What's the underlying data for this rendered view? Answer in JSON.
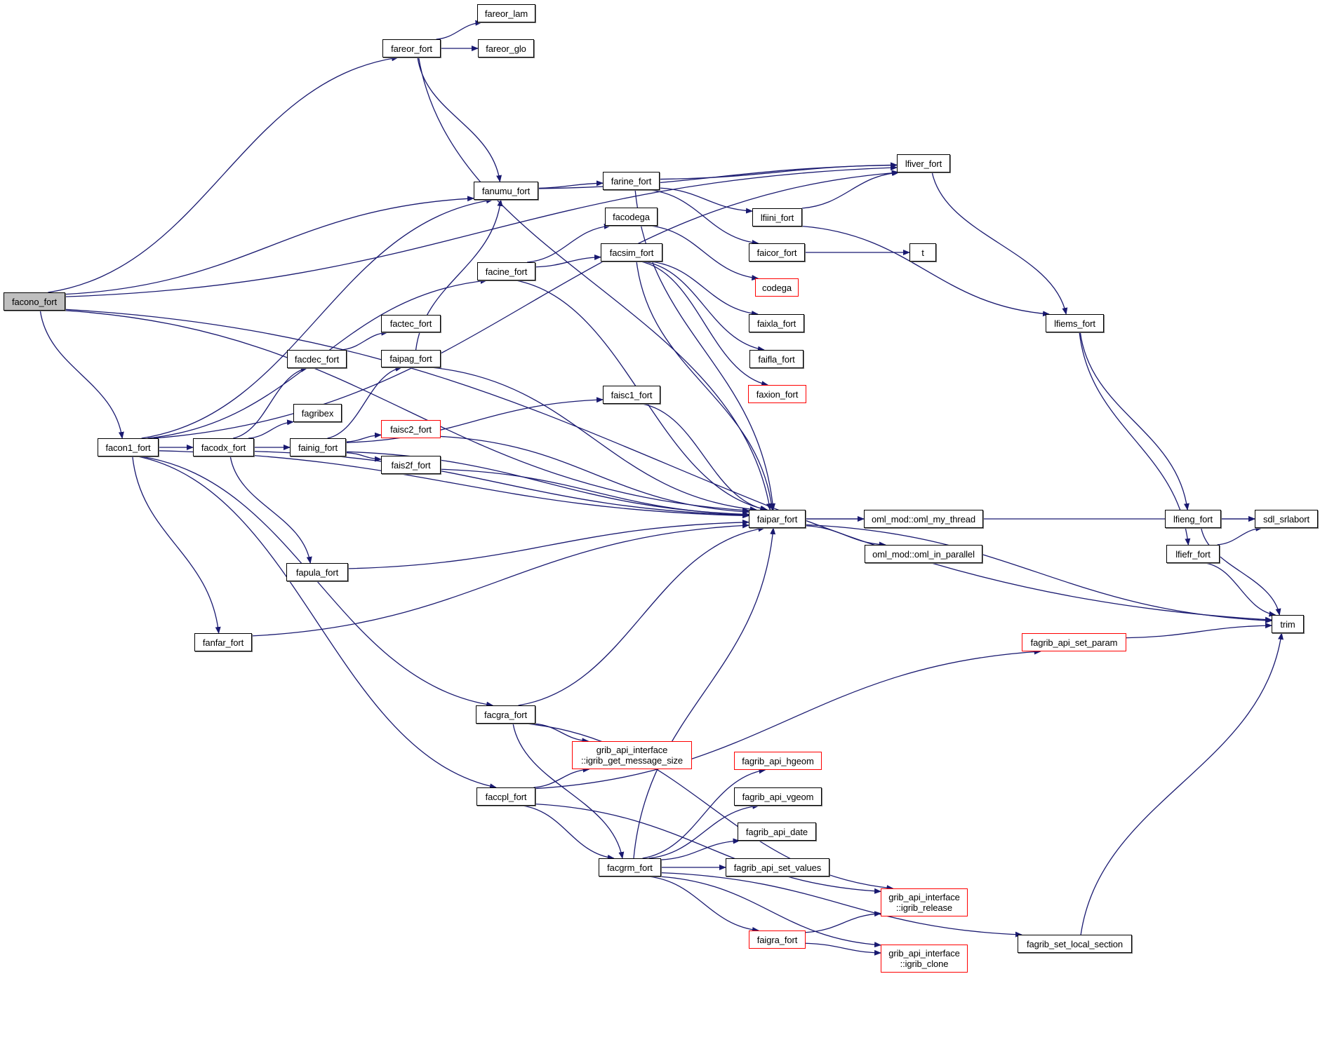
{
  "diagram": {
    "type": "call-graph",
    "colors": {
      "edge": "#191970",
      "node_border": "#000000",
      "truncated_border": "#ff0000",
      "root_fill": "#bfbfbf",
      "node_fill": "#ffffff"
    },
    "root": "facono_fort",
    "nodes": [
      {
        "id": "facono_fort",
        "label": "facono_fort",
        "style": "root"
      },
      {
        "id": "fareor_fort",
        "label": "fareor_fort"
      },
      {
        "id": "fareor_lam",
        "label": "fareor_lam"
      },
      {
        "id": "fareor_glo",
        "label": "fareor_glo"
      },
      {
        "id": "fanumu_fort",
        "label": "fanumu_fort"
      },
      {
        "id": "farine_fort",
        "label": "farine_fort"
      },
      {
        "id": "lfiver_fort",
        "label": "lfiver_fort"
      },
      {
        "id": "lfiini_fort",
        "label": "lfiini_fort"
      },
      {
        "id": "facodega",
        "label": "facodega"
      },
      {
        "id": "faicor_fort",
        "label": "faicor_fort"
      },
      {
        "id": "t",
        "label": "t"
      },
      {
        "id": "facsim_fort",
        "label": "facsim_fort"
      },
      {
        "id": "facine_fort",
        "label": "facine_fort"
      },
      {
        "id": "codega",
        "label": "codega",
        "style": "truncated"
      },
      {
        "id": "lfiems_fort",
        "label": "lfiems_fort"
      },
      {
        "id": "factec_fort",
        "label": "factec_fort"
      },
      {
        "id": "faixla_fort",
        "label": "faixla_fort"
      },
      {
        "id": "facdec_fort",
        "label": "facdec_fort"
      },
      {
        "id": "faipag_fort",
        "label": "faipag_fort"
      },
      {
        "id": "faifla_fort",
        "label": "faifla_fort"
      },
      {
        "id": "faxion_fort",
        "label": "faxion_fort",
        "style": "truncated"
      },
      {
        "id": "faisc1_fort",
        "label": "faisc1_fort"
      },
      {
        "id": "fagribex",
        "label": "fagribex"
      },
      {
        "id": "facon1_fort",
        "label": "facon1_fort"
      },
      {
        "id": "facodx_fort",
        "label": "facodx_fort"
      },
      {
        "id": "fainig_fort",
        "label": "fainig_fort"
      },
      {
        "id": "faisc2_fort",
        "label": "faisc2_fort",
        "style": "truncated"
      },
      {
        "id": "fais2f_fort",
        "label": "fais2f_fort"
      },
      {
        "id": "faipar_fort",
        "label": "faipar_fort"
      },
      {
        "id": "oml_my_thread",
        "label": "oml_mod::oml_my_thread"
      },
      {
        "id": "oml_in_parallel",
        "label": "oml_mod::oml_in_parallel"
      },
      {
        "id": "lfieng_fort",
        "label": "lfieng_fort"
      },
      {
        "id": "sdl_srlabort",
        "label": "sdl_srlabort"
      },
      {
        "id": "lfiefr_fort",
        "label": "lfiefr_fort"
      },
      {
        "id": "fapula_fort",
        "label": "fapula_fort"
      },
      {
        "id": "trim",
        "label": "trim"
      },
      {
        "id": "fagrib_api_set_param",
        "label": "fagrib_api_set_param",
        "style": "truncated"
      },
      {
        "id": "fanfar_fort",
        "label": "fanfar_fort"
      },
      {
        "id": "facgra_fort",
        "label": "facgra_fort"
      },
      {
        "id": "igrib_get_message_size",
        "label": "grib_api_interface\n::igrib_get_message_size",
        "style": "truncated"
      },
      {
        "id": "fagrib_api_hgeom",
        "label": "fagrib_api_hgeom",
        "style": "truncated"
      },
      {
        "id": "faccpl_fort",
        "label": "faccpl_fort"
      },
      {
        "id": "fagrib_api_vgeom",
        "label": "fagrib_api_vgeom"
      },
      {
        "id": "fagrib_api_date",
        "label": "fagrib_api_date"
      },
      {
        "id": "facgrm_fort",
        "label": "facgrm_fort"
      },
      {
        "id": "fagrib_api_set_values",
        "label": "fagrib_api_set_values"
      },
      {
        "id": "igrib_release",
        "label": "grib_api_interface\n::igrib_release",
        "style": "truncated"
      },
      {
        "id": "faigra_fort",
        "label": "faigra_fort",
        "style": "truncated"
      },
      {
        "id": "fagrib_set_local_section",
        "label": "fagrib_set_local_section"
      },
      {
        "id": "igrib_clone",
        "label": "grib_api_interface\n::igrib_clone",
        "style": "truncated"
      }
    ],
    "edges": [
      [
        "facono_fort",
        "fareor_fort"
      ],
      [
        "facono_fort",
        "lfiver_fort"
      ],
      [
        "facono_fort",
        "fanumu_fort"
      ],
      [
        "facono_fort",
        "facon1_fort"
      ],
      [
        "facono_fort",
        "faipar_fort"
      ],
      [
        "facono_fort",
        "trim"
      ],
      [
        "fareor_fort",
        "fareor_lam"
      ],
      [
        "fareor_fort",
        "fareor_glo"
      ],
      [
        "fareor_fort",
        "fanumu_fort"
      ],
      [
        "fareor_fort",
        "faipar_fort"
      ],
      [
        "fanumu_fort",
        "farine_fort"
      ],
      [
        "fanumu_fort",
        "lfiver_fort"
      ],
      [
        "farine_fort",
        "lfiver_fort"
      ],
      [
        "farine_fort",
        "lfiini_fort"
      ],
      [
        "farine_fort",
        "faicor_fort"
      ],
      [
        "farine_fort",
        "faipar_fort"
      ],
      [
        "lfiini_fort",
        "lfiver_fort"
      ],
      [
        "lfiini_fort",
        "lfiems_fort"
      ],
      [
        "lfiver_fort",
        "lfiems_fort"
      ],
      [
        "faicor_fort",
        "t"
      ],
      [
        "facodega",
        "codega"
      ],
      [
        "facine_fort",
        "facodega"
      ],
      [
        "facine_fort",
        "facsim_fort"
      ],
      [
        "facine_fort",
        "faipar_fort"
      ],
      [
        "facsim_fort",
        "faixla_fort"
      ],
      [
        "facsim_fort",
        "faifla_fort"
      ],
      [
        "facsim_fort",
        "faxion_fort"
      ],
      [
        "facsim_fort",
        "faipar_fort"
      ],
      [
        "lfiems_fort",
        "lfieng_fort"
      ],
      [
        "lfiems_fort",
        "lfiefr_fort"
      ],
      [
        "facon1_fort",
        "fanumu_fort"
      ],
      [
        "facon1_fort",
        "lfiver_fort"
      ],
      [
        "facon1_fort",
        "facine_fort"
      ],
      [
        "facon1_fort",
        "facodx_fort"
      ],
      [
        "facon1_fort",
        "faipar_fort"
      ],
      [
        "facon1_fort",
        "fanfar_fort"
      ],
      [
        "facon1_fort",
        "facgra_fort"
      ],
      [
        "facon1_fort",
        "faccpl_fort"
      ],
      [
        "facodx_fort",
        "facdec_fort"
      ],
      [
        "facodx_fort",
        "fagribex"
      ],
      [
        "facodx_fort",
        "fainig_fort"
      ],
      [
        "facodx_fort",
        "faipar_fort"
      ],
      [
        "facodx_fort",
        "fapula_fort"
      ],
      [
        "facdec_fort",
        "factec_fort"
      ],
      [
        "fainig_fort",
        "faipag_fort"
      ],
      [
        "fainig_fort",
        "faisc1_fort"
      ],
      [
        "fainig_fort",
        "faisc2_fort"
      ],
      [
        "fainig_fort",
        "fais2f_fort"
      ],
      [
        "fainig_fort",
        "faipar_fort"
      ],
      [
        "faipag_fort",
        "fanumu_fort"
      ],
      [
        "faipag_fort",
        "faipar_fort"
      ],
      [
        "faisc1_fort",
        "faipar_fort"
      ],
      [
        "faisc2_fort",
        "faipar_fort"
      ],
      [
        "fais2f_fort",
        "faipar_fort"
      ],
      [
        "fapula_fort",
        "faipar_fort"
      ],
      [
        "fanfar_fort",
        "faipar_fort"
      ],
      [
        "faipar_fort",
        "oml_my_thread"
      ],
      [
        "faipar_fort",
        "oml_in_parallel"
      ],
      [
        "faipar_fort",
        "sdl_srlabort"
      ],
      [
        "faipar_fort",
        "trim"
      ],
      [
        "lfieng_fort",
        "sdl_srlabort"
      ],
      [
        "lfieng_fort",
        "trim"
      ],
      [
        "lfiefr_fort",
        "sdl_srlabort"
      ],
      [
        "lfiefr_fort",
        "trim"
      ],
      [
        "fagrib_api_set_param",
        "trim"
      ],
      [
        "fagrib_set_local_section",
        "trim"
      ],
      [
        "facgra_fort",
        "faipar_fort"
      ],
      [
        "facgra_fort",
        "igrib_get_message_size"
      ],
      [
        "facgra_fort",
        "facgrm_fort"
      ],
      [
        "facgra_fort",
        "igrib_release"
      ],
      [
        "faccpl_fort",
        "igrib_get_message_size"
      ],
      [
        "faccpl_fort",
        "fagrib_api_set_param"
      ],
      [
        "faccpl_fort",
        "facgrm_fort"
      ],
      [
        "faccpl_fort",
        "igrib_release"
      ],
      [
        "facgrm_fort",
        "faipar_fort"
      ],
      [
        "facgrm_fort",
        "fagrib_api_hgeom"
      ],
      [
        "facgrm_fort",
        "fagrib_api_vgeom"
      ],
      [
        "facgrm_fort",
        "fagrib_api_date"
      ],
      [
        "facgrm_fort",
        "fagrib_api_set_values"
      ],
      [
        "facgrm_fort",
        "faigra_fort"
      ],
      [
        "facgrm_fort",
        "igrib_clone"
      ],
      [
        "facgrm_fort",
        "fagrib_set_local_section"
      ],
      [
        "faigra_fort",
        "igrib_release"
      ],
      [
        "faigra_fort",
        "igrib_clone"
      ]
    ]
  }
}
